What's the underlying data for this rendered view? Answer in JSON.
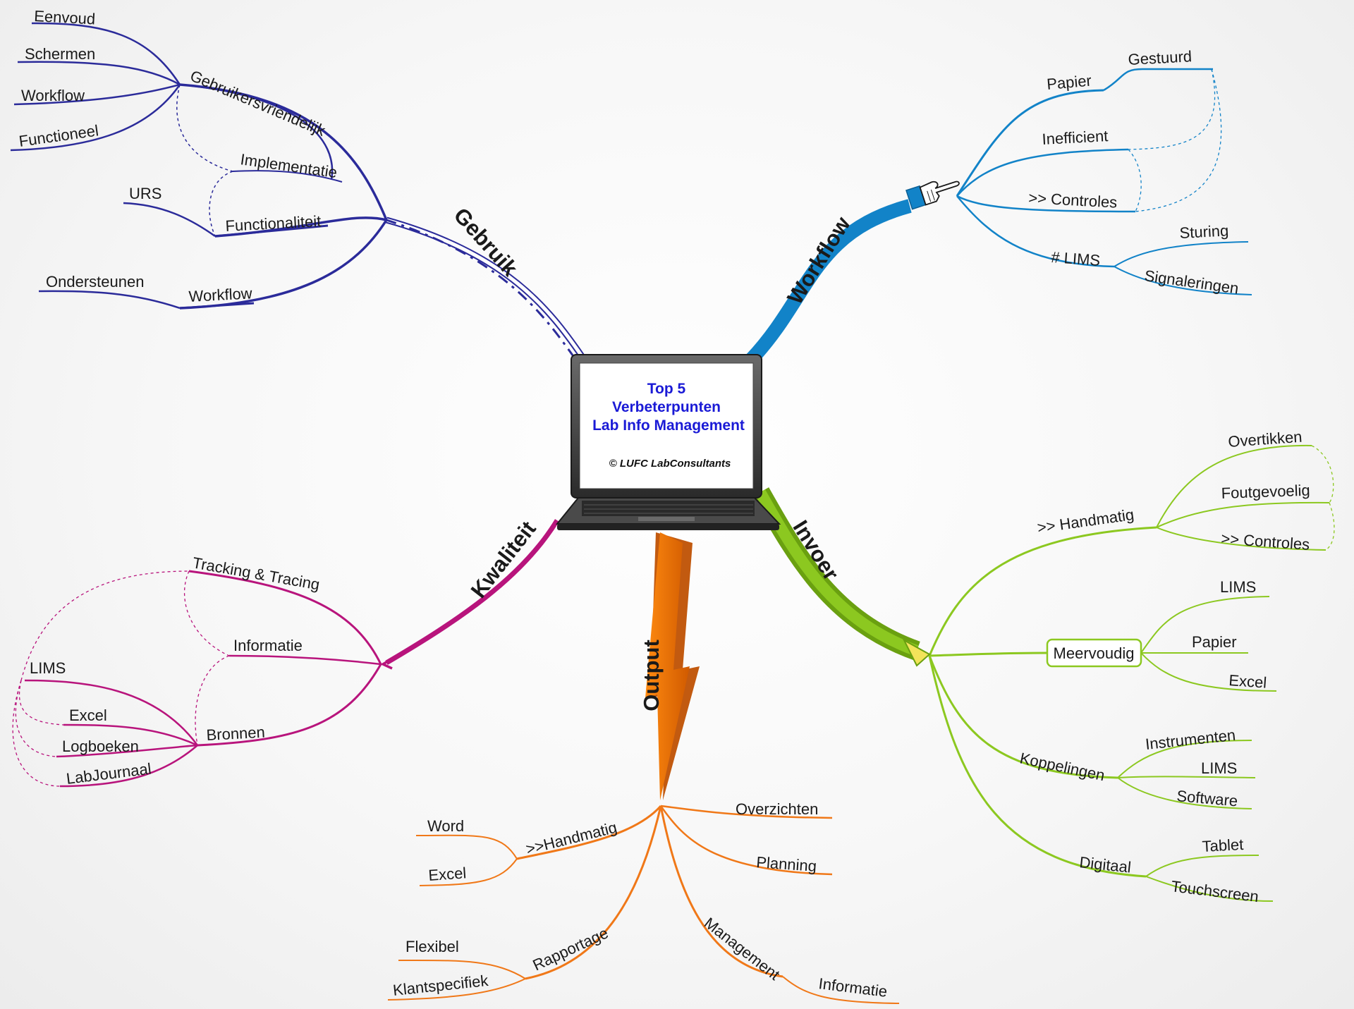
{
  "center": {
    "title_lines": [
      "Top 5",
      "Verbeterpunten",
      "Lab Info Management"
    ],
    "copyright": "© LUFC LabConsultants",
    "icon": "laptop-icon"
  },
  "branches": {
    "gebruik": {
      "label": "Gebruik",
      "color": "#2b2b9a",
      "gebruikersvriendelijk": "Gebruikersvriendelijk",
      "eenvoud": "Eenvoud",
      "schermen": "Schermen",
      "workflow_sub": "Workflow",
      "functioneel": "Functioneel",
      "implementatie": "Implementatie",
      "functionaliteit": "Functionaliteit",
      "urs": "URS",
      "workflow": "Workflow",
      "ondersteunen": "Ondersteunen"
    },
    "workflow": {
      "label": "Workflow",
      "color": "#1283c8",
      "icon": "pointing-hand-icon",
      "papier": "Papier",
      "gestuurd": "Gestuurd",
      "inefficient": "Inefficient",
      "controles": ">> Controles",
      "lims": "# LIMS",
      "sturing": "Sturing",
      "signaleringen": "Signaleringen"
    },
    "invoer": {
      "label": "Invoer",
      "color": "#8cc820",
      "icon": "pencil-icon",
      "handmatig": ">> Handmatig",
      "overtikken": "Overtikken",
      "foutgevoelig": "Foutgevoelig",
      "controles": ">> Controles",
      "meervoudig": "Meervoudig",
      "lims": "LIMS",
      "papier": "Papier",
      "excel": "Excel",
      "koppelingen": "Koppelingen",
      "instrumenten": "Instrumenten",
      "lims2": "LIMS",
      "software": "Software",
      "digitaal": "Digitaal",
      "tablet": "Tablet",
      "touchscreen": "Touchscreen"
    },
    "output": {
      "label": "Output",
      "color": "#f07818",
      "icon": "lightning-icon",
      "handmatig": ">>Handmatig",
      "word": "Word",
      "excel": "Excel",
      "overzichten": "Overzichten",
      "planning": "Planning",
      "rapportage": "Rapportage",
      "flexibel": "Flexibel",
      "klantspecifiek": "Klantspecifiek",
      "management": "Management",
      "informatie": "Informatie"
    },
    "kwaliteit": {
      "label": "Kwaliteit",
      "color": "#b8147c",
      "tracking": "Tracking & Tracing",
      "informatie": "Informatie",
      "bronnen": "Bronnen",
      "lims": "LIMS",
      "excel": "Excel",
      "logboeken": "Logboeken",
      "labjournaal": "LabJournaal"
    }
  }
}
